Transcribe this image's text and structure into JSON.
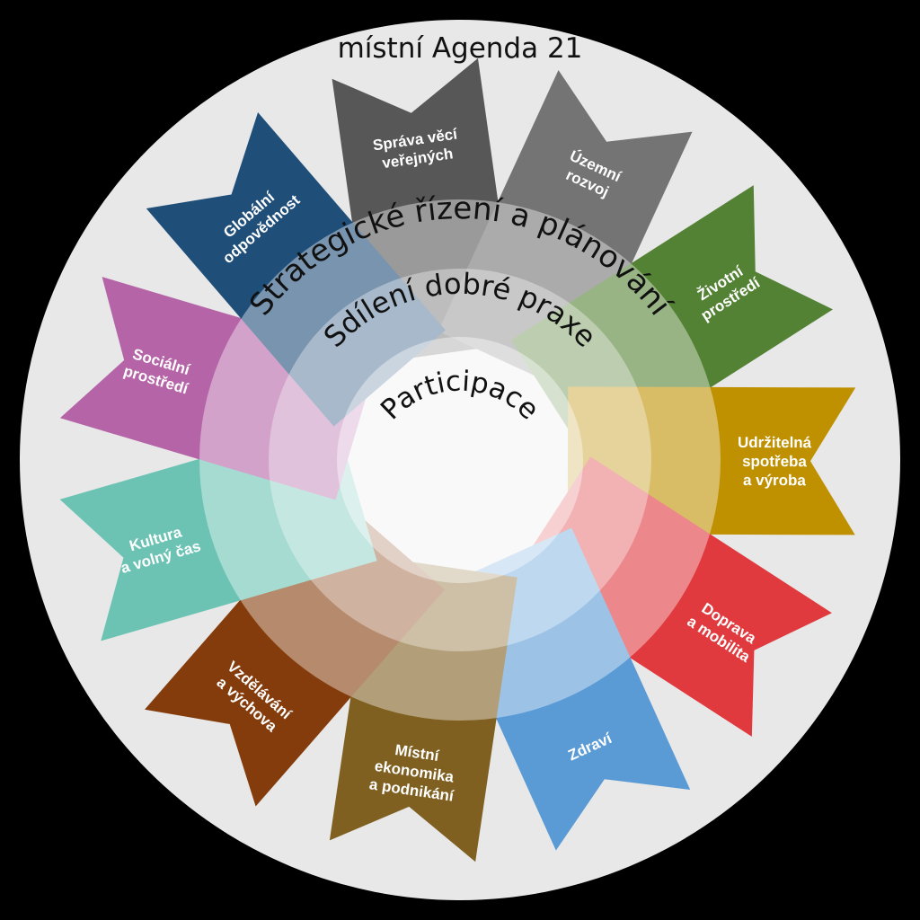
{
  "title": "místní Agenda 21",
  "rings": {
    "outer": "Strategické řízení a plánování",
    "middle": "Sdílení dobré praxe",
    "inner": "Participace"
  },
  "colors": {
    "background": "#000000",
    "disc": "#e8e8e8"
  },
  "banners": [
    {
      "lines": [
        "Správa věcí",
        "veřejných"
      ],
      "color": "#575757"
    },
    {
      "lines": [
        "Územní",
        "rozvoj"
      ],
      "color": "#747474"
    },
    {
      "lines": [
        "Životní",
        "prostředí"
      ],
      "color": "#548235"
    },
    {
      "lines": [
        "Udržitelná",
        "spotřeba",
        "a výroba"
      ],
      "color": "#bf9000"
    },
    {
      "lines": [
        "Doprava",
        "a mobilita"
      ],
      "color": "#e03a3e"
    },
    {
      "lines": [
        "Zdraví"
      ],
      "color": "#5b9bd5"
    },
    {
      "lines": [
        "Místní",
        "ekonomika",
        "a podnikání"
      ],
      "color": "#7f6020"
    },
    {
      "lines": [
        "Vzdělávání",
        "a výchova"
      ],
      "color": "#843c0c"
    },
    {
      "lines": [
        "Kultura",
        "a volný čas"
      ],
      "color": "#6cc3b3"
    },
    {
      "lines": [
        "Sociální",
        "prostředí"
      ],
      "color": "#b565a7"
    },
    {
      "lines": [
        "Globální",
        "odpovědnost"
      ],
      "color": "#1f4e79"
    }
  ]
}
